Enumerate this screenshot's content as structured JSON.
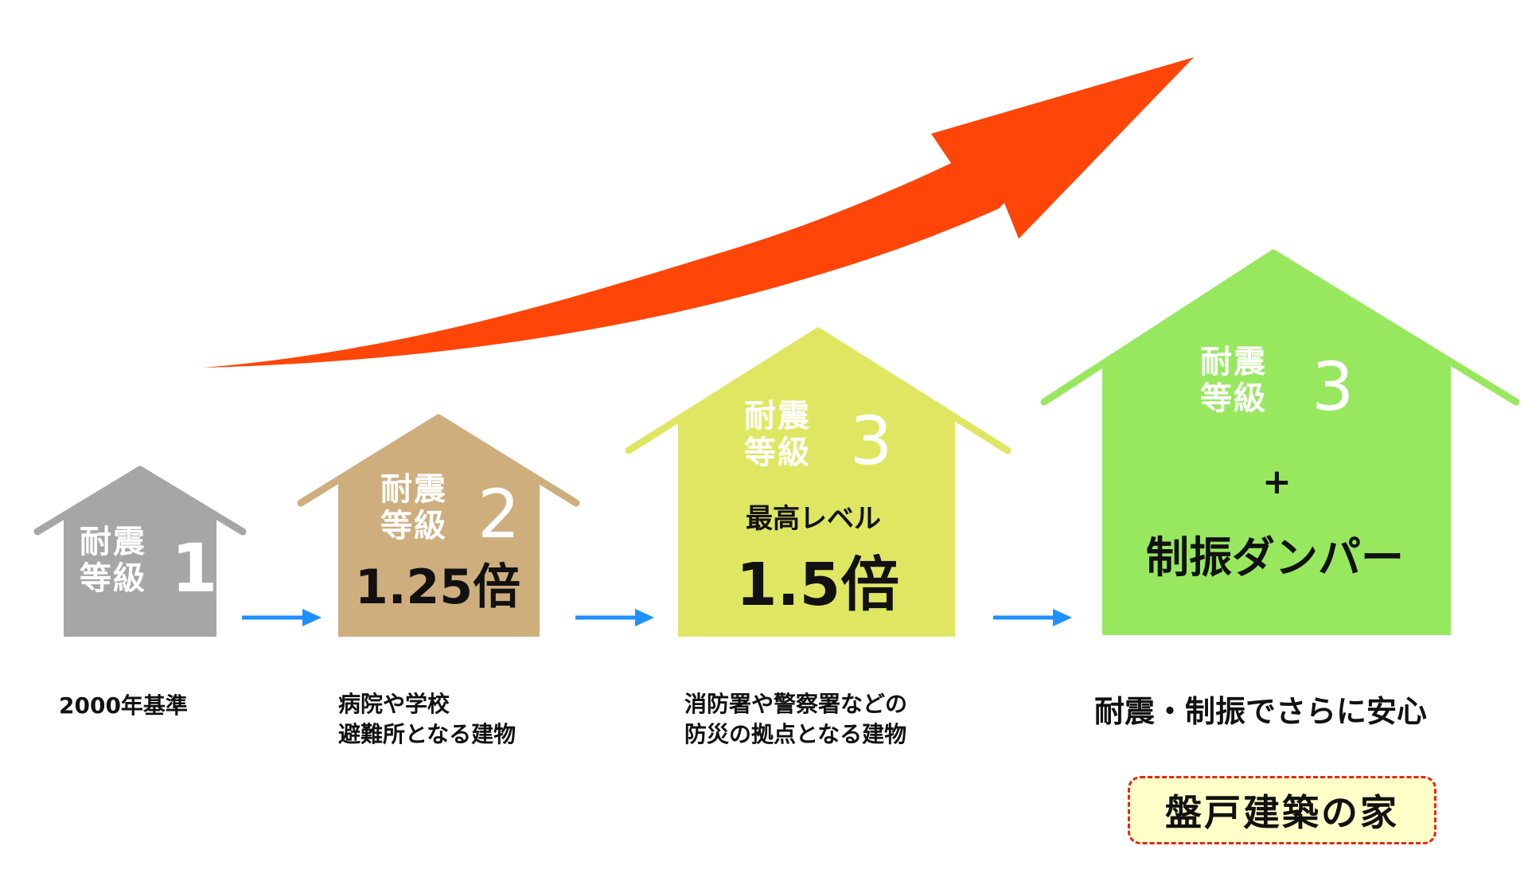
{
  "colors": {
    "house_1": "#a6a6a6",
    "house_2": "#cfae7e",
    "house_3": "#dfe762",
    "house_4": "#97e85f",
    "flow_arrow": "#1e90ff",
    "trend_arrow": "#ff4507",
    "badge_fill": "#ffffc8",
    "badge_border": "#e8241f"
  },
  "houses": [
    {
      "line1": "耐震",
      "line2": "等級",
      "grade": "1",
      "caption": [
        "2000年基準"
      ]
    },
    {
      "line1": "耐震",
      "line2": "等級",
      "grade": "2",
      "multiplier": "1.25倍",
      "caption": [
        "病院や学校",
        "避難所となる建物"
      ]
    },
    {
      "line1": "耐震",
      "line2": "等級",
      "grade": "3",
      "level": "最高レベル",
      "multiplier": "1.5倍",
      "caption": [
        "消防署や警察署などの",
        "防災の拠点となる建物"
      ]
    },
    {
      "line1": "耐震",
      "line2": "等級",
      "grade": "3",
      "plus": "+",
      "addon": "制振ダンパー",
      "caption": [
        "耐震・制振でさらに安心"
      ]
    }
  ],
  "badge": {
    "label": "盤戸建築の家"
  },
  "icons": {
    "trend": "trend-up-arrow-icon",
    "flow": "right-arrow-icon",
    "house": "house-icon"
  }
}
